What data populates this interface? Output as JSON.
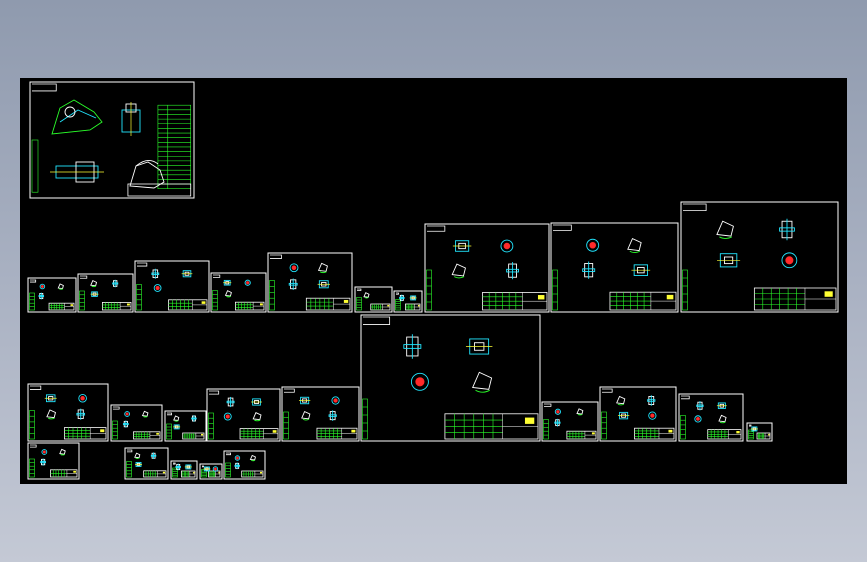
{
  "app": {
    "window_kind": "cad-drawing-preview",
    "background_color": "#000000",
    "frame_color": "#ffffff",
    "accent_colors": {
      "table": "#2aff2a",
      "outline": "#22e6ff",
      "highlight": "#ff2a2a",
      "text": "#ffff33"
    }
  },
  "sheets": [
    {
      "name": "assembly-sheet",
      "kind": "assembly",
      "parts": 4,
      "table_rows": 18
    },
    {
      "name": "sheet-row1-a",
      "kind": "part",
      "parts": 3,
      "table_rows": 2
    },
    {
      "name": "sheet-row1-b",
      "kind": "part",
      "parts": 3,
      "table_rows": 2
    },
    {
      "name": "sheet-row1-c",
      "kind": "part",
      "parts": 3,
      "table_rows": 2
    },
    {
      "name": "sheet-row1-d",
      "kind": "part",
      "parts": 3,
      "table_rows": 2
    },
    {
      "name": "sheet-row1-e",
      "kind": "part",
      "parts": 4,
      "table_rows": 2
    },
    {
      "name": "sheet-row1-f",
      "kind": "part",
      "parts": 1,
      "table_rows": 1
    },
    {
      "name": "sheet-row1-g",
      "kind": "part",
      "parts": 2,
      "table_rows": 1
    },
    {
      "name": "sheet-row1-h",
      "kind": "part",
      "parts": 4,
      "table_rows": 3
    },
    {
      "name": "sheet-row1-i",
      "kind": "part",
      "parts": 4,
      "table_rows": 3
    },
    {
      "name": "sheet-row1-j",
      "kind": "part",
      "parts": 4,
      "table_rows": 3
    },
    {
      "name": "sheet-large",
      "kind": "part",
      "parts": 4,
      "table_rows": 3
    },
    {
      "name": "sheet-row2-a",
      "kind": "part",
      "parts": 4,
      "table_rows": 3
    },
    {
      "name": "sheet-row2-b",
      "kind": "part",
      "parts": 3,
      "table_rows": 2
    },
    {
      "name": "sheet-row2-c",
      "kind": "part",
      "parts": 3,
      "table_rows": 2
    },
    {
      "name": "sheet-row2-d",
      "kind": "part",
      "parts": 4,
      "table_rows": 3
    },
    {
      "name": "sheet-row2-e",
      "kind": "part",
      "parts": 4,
      "table_rows": 3
    },
    {
      "name": "sheet-row2-f",
      "kind": "part",
      "parts": 3,
      "table_rows": 2
    },
    {
      "name": "sheet-row2-g",
      "kind": "part",
      "parts": 4,
      "table_rows": 3
    },
    {
      "name": "sheet-row2-h",
      "kind": "part",
      "parts": 4,
      "table_rows": 3
    },
    {
      "name": "sheet-row2-i",
      "kind": "part",
      "parts": 1,
      "table_rows": 1
    },
    {
      "name": "sheet-row3-a",
      "kind": "part",
      "parts": 3,
      "table_rows": 1
    },
    {
      "name": "sheet-row3-b",
      "kind": "part",
      "parts": 3,
      "table_rows": 1
    },
    {
      "name": "sheet-row3-c",
      "kind": "part",
      "parts": 2,
      "table_rows": 1
    },
    {
      "name": "sheet-row3-d",
      "kind": "part",
      "parts": 2,
      "table_rows": 1
    },
    {
      "name": "sheet-row3-e",
      "kind": "part",
      "parts": 3,
      "table_rows": 1
    }
  ]
}
